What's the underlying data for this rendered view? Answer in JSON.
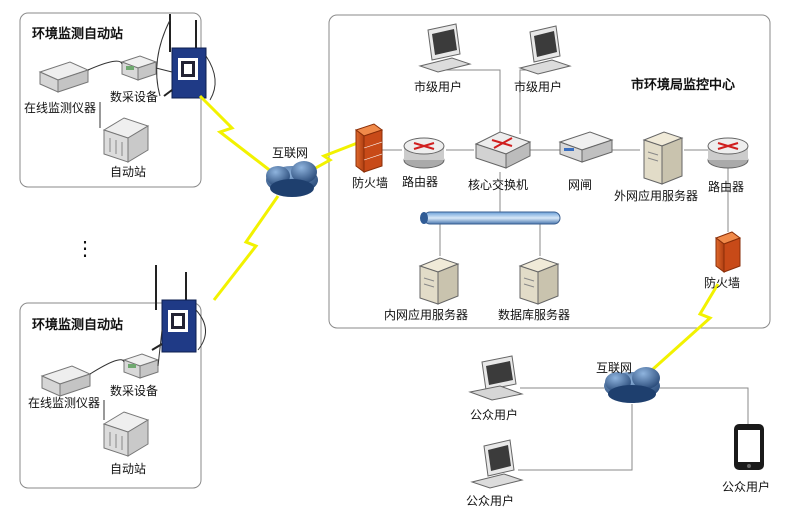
{
  "station_top": {
    "title": "环境监测自动站",
    "instrument": "在线监测仪器",
    "collector": "数采设备",
    "auto_station": "自动站"
  },
  "station_bottom": {
    "title": "环境监测自动站",
    "instrument": "在线监测仪器",
    "collector": "数采设备",
    "auto_station": "自动站"
  },
  "ellipsis": "⋮",
  "internet_left": "互联网",
  "center": {
    "title": "市环境局监控中心",
    "user1": "市级用户",
    "user2": "市级用户",
    "firewall": "防火墙",
    "router1": "路由器",
    "core_switch": "核心交换机",
    "gateway": "网闸",
    "ext_server": "外网应用服务器",
    "router2": "路由器",
    "int_server": "内网应用服务器",
    "db_server": "数据库服务器",
    "firewall2": "防火墙"
  },
  "internet_right": "互联网",
  "public_laptop": "公众用户",
  "public_desktop": "公众用户",
  "public_mobile": "公众用户"
}
